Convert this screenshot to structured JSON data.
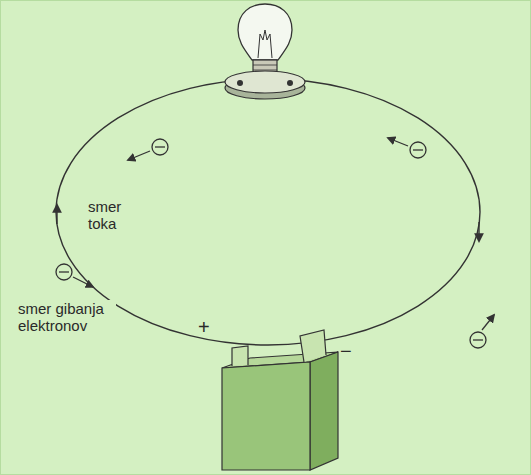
{
  "diagram": {
    "labels": [
      "smer toka",
      "smer gibanja elektronov",
      "+",
      "−"
    ]
  }
}
